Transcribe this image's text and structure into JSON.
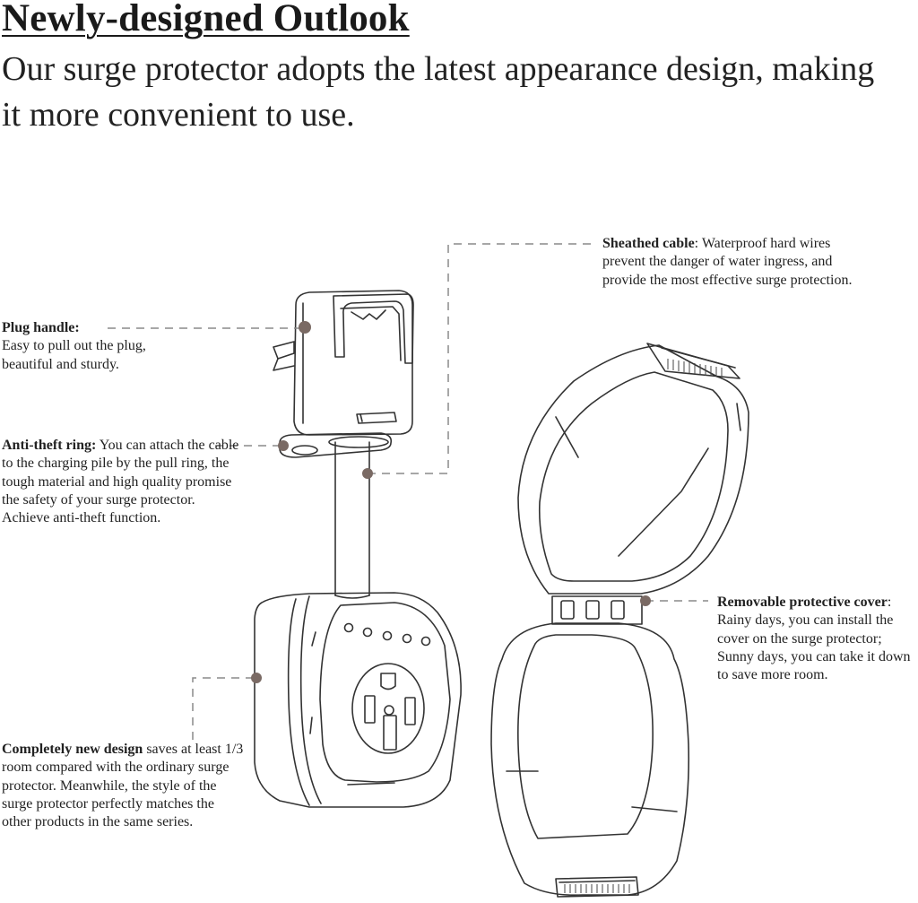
{
  "header": {
    "title": "Newly-designed Outlook",
    "subtitle": "Our surge protector adopts the latest appearance design, making it more convenient to use."
  },
  "callouts": {
    "plug_handle": {
      "label": "Plug handle:",
      "text_line1": "Easy to pull out the plug,",
      "text_line2": "beautiful and sturdy."
    },
    "anti_theft": {
      "label": "Anti-theft ring:",
      "text_first": " You can attach",
      "text_rest": "the cable to the charging pile by the pull ring, the tough material and high quality promise the safety of your surge protector. Achieve anti-theft function."
    },
    "sheathed_cable": {
      "label": "Sheathed cable",
      "text_first": ": Waterproof hard wires",
      "text_rest": "prevent the danger of water ingress, and provide the most effective surge protection."
    },
    "removable_cover": {
      "label": "Removable protective cover",
      "text_first": ":",
      "text_rest": "Rainy days, you can install the cover on the surge protector; Sunny days, you can take it down to save more room."
    },
    "new_design": {
      "label": "Completely new design",
      "text_first": " saves at",
      "text_rest": "least 1/3 room compared with the ordinary surge protector. Meanwhile, the style of the surge protector perfectly matches the other products in the same series."
    }
  },
  "colors": {
    "line": "#333333",
    "dot": "#7a6a64",
    "leader": "#8a8a8a"
  }
}
